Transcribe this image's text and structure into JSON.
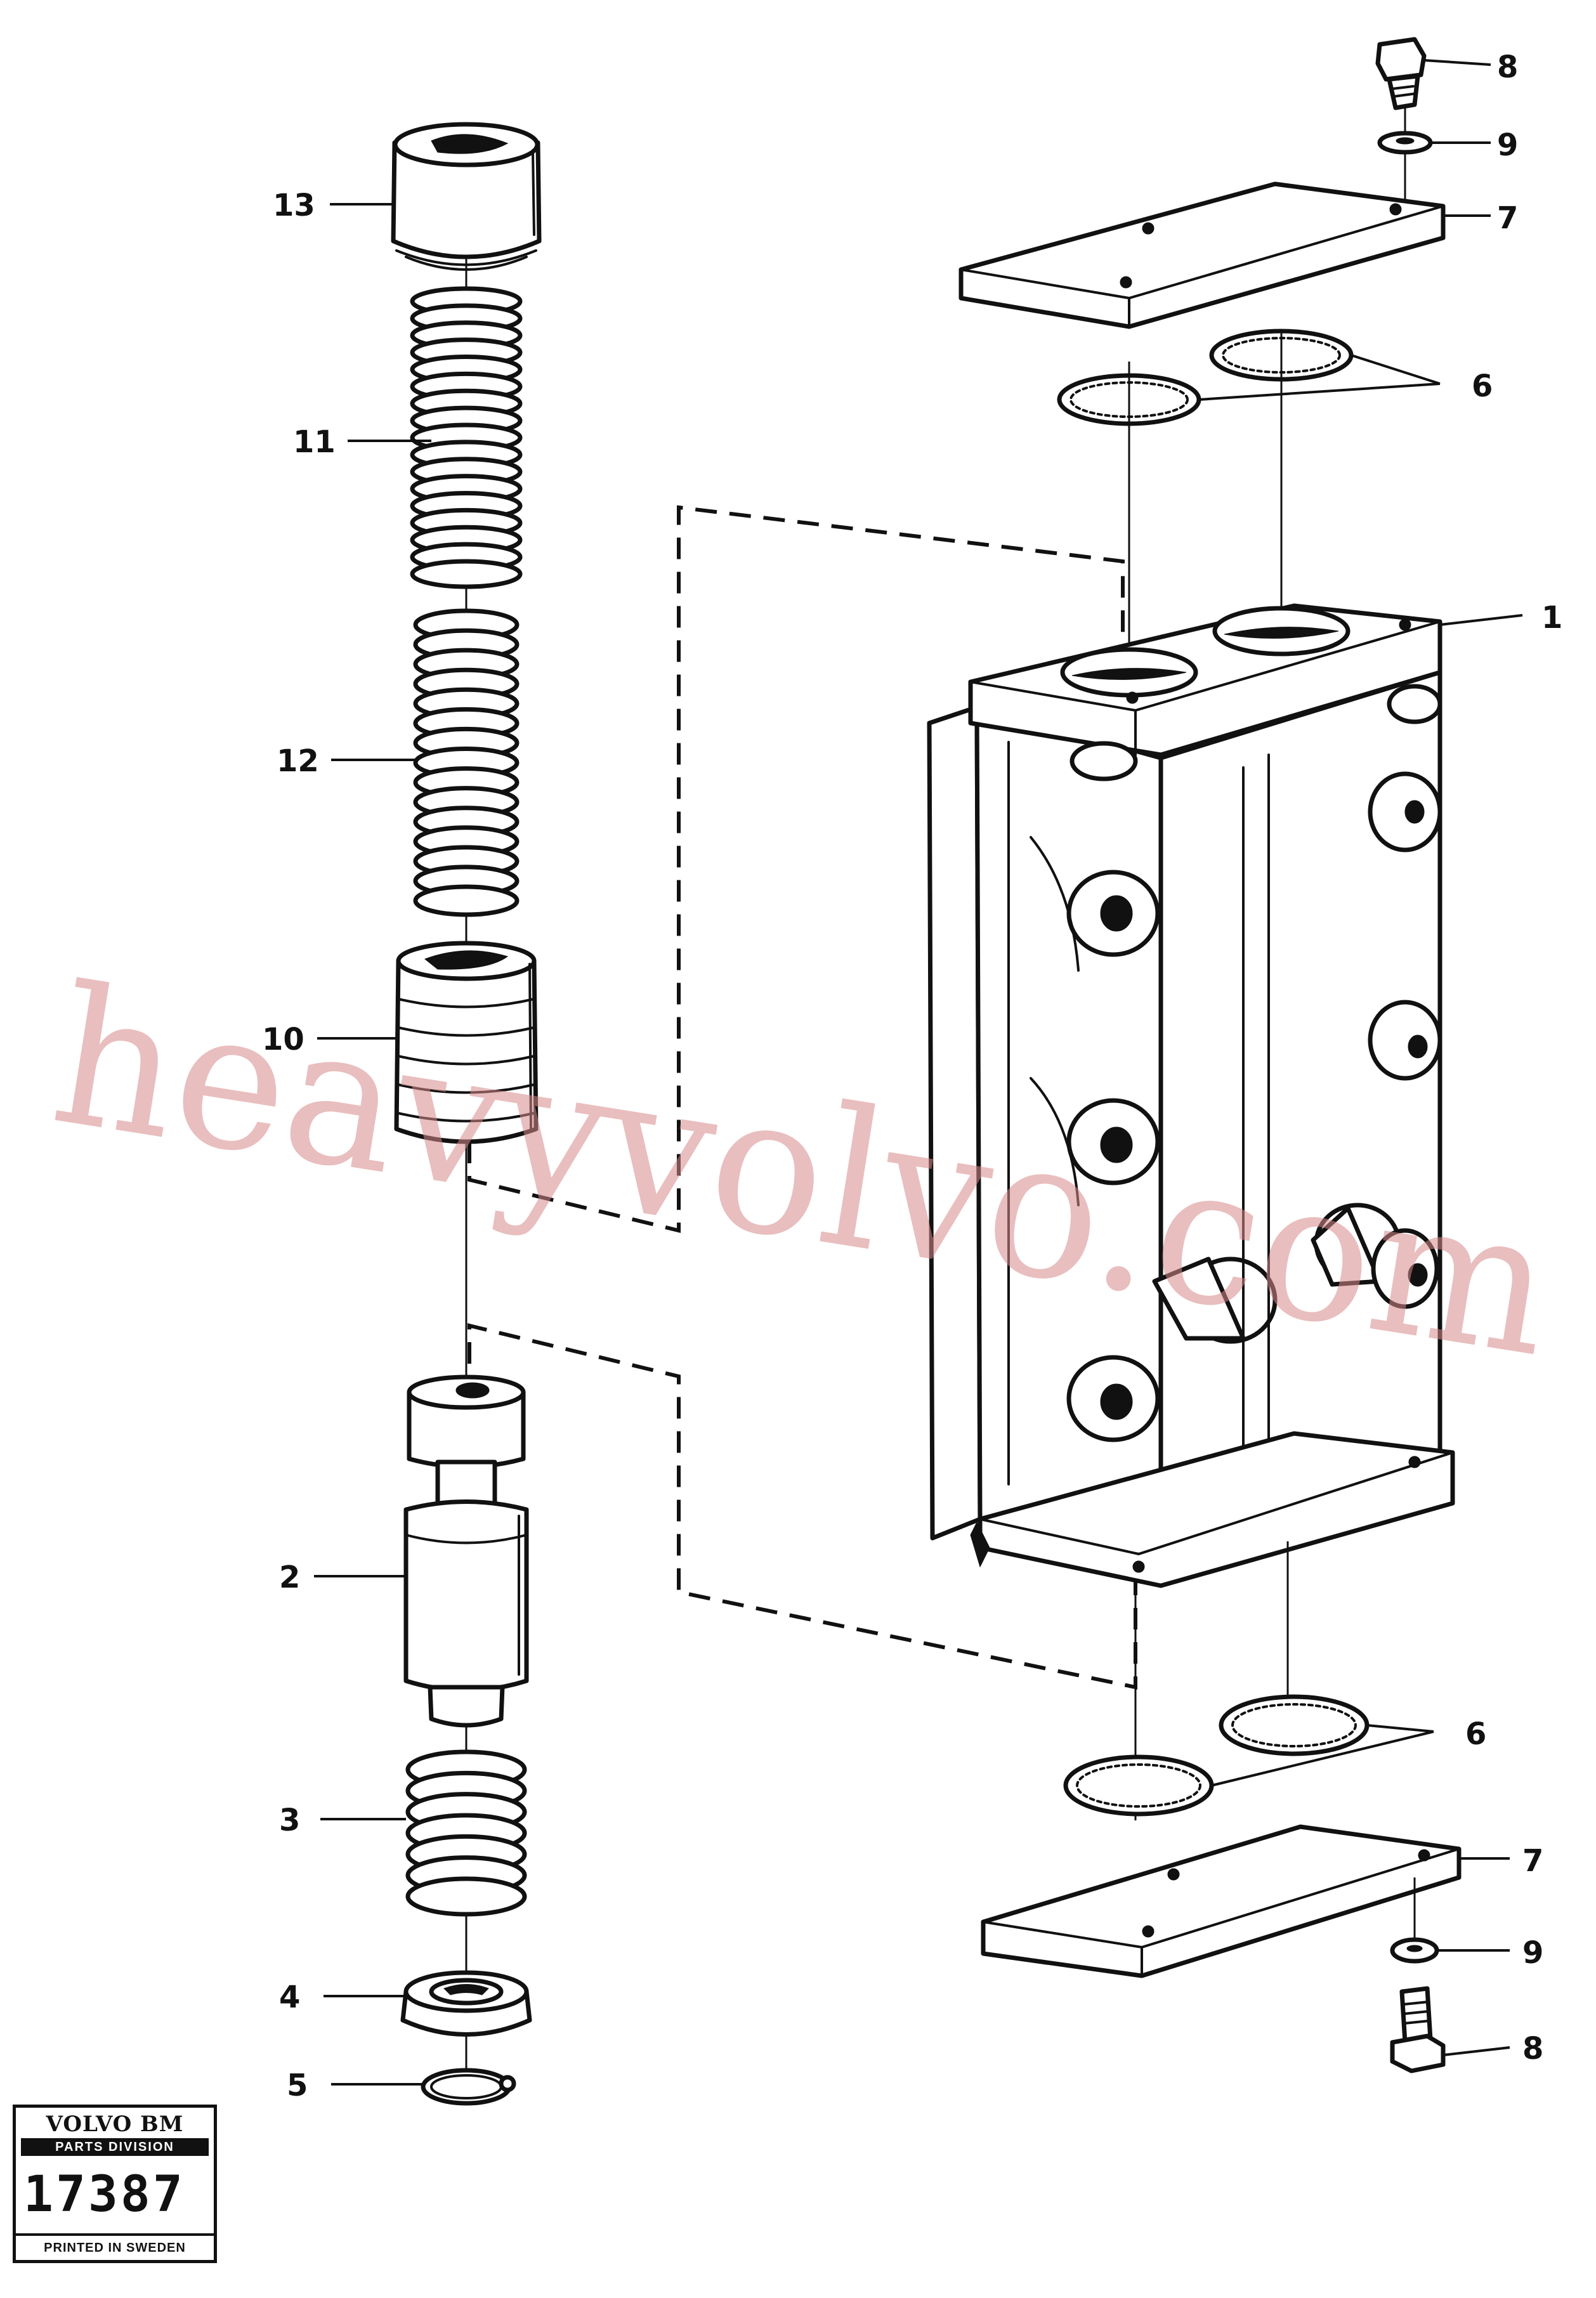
{
  "watermark": {
    "text": "heavyvolvo.com",
    "color": "#d88a8a"
  },
  "stamp": {
    "brand": "VOLVO BM",
    "division": "PARTS DIVISION",
    "number": "17387",
    "printed": "PRINTED IN SWEDEN"
  },
  "callouts": {
    "c13": "13",
    "c11": "11",
    "c12": "12",
    "c10": "10",
    "c2": "2",
    "c3": "3",
    "c4": "4",
    "c5": "5",
    "c8_top": "8",
    "c9_top": "9",
    "c7_top": "7",
    "c6_top": "6",
    "c1": "1",
    "c6_bottom": "6",
    "c7_bottom": "7",
    "c9_bottom": "9",
    "c8_bottom": "8"
  }
}
